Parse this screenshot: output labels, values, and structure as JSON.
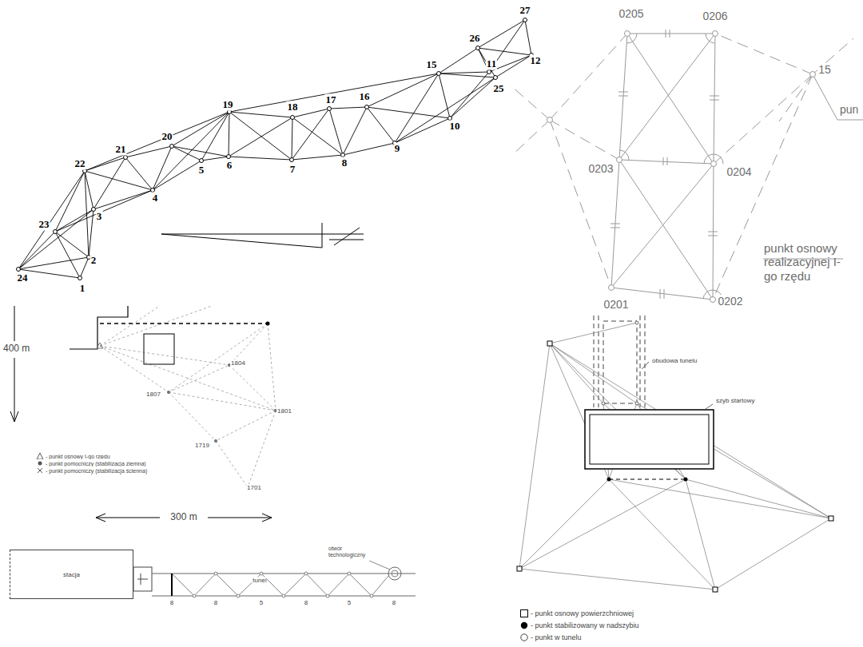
{
  "diagram": {
    "nodes": [
      {
        "text": [
          "stacja"
        ]
      }
    ],
    "labels": [
      "27",
      "26",
      "12",
      "15",
      "11",
      "25",
      "19",
      "18",
      "17",
      "16",
      "10",
      "21",
      "20",
      "9",
      "22",
      "5",
      "6",
      "7",
      "8",
      "4",
      "3",
      "23",
      "2",
      "24",
      "1",
      "0205",
      "0206",
      "0203",
      "0204",
      "0201",
      "0202",
      "15",
      "pun",
      "punkt osnowy realizacyjnej I-go rzędu",
      "400 m",
      "1804",
      "1807",
      "1801",
      "1719",
      "1701",
      "300 m",
      "tunel",
      "otwór technologiczny",
      "8",
      "8",
      "5",
      "8",
      "5",
      "8",
      "obudowa tunelu",
      "szyb startowy"
    ],
    "legend": [
      {
        "text": "- punkt osnowy I-go rzędu"
      },
      {
        "text": "- punkt pomocniczy (stabilizacja ziemna)"
      },
      {
        "text": "- punkt pomocniczy (stabilizacja ścienna)"
      },
      {
        "text": "- punkt osnowy powierzchniowej"
      },
      {
        "text": "- punkt stabilizowany w nadszybiu"
      },
      {
        "text": "- punkt w tunelu"
      }
    ]
  }
}
